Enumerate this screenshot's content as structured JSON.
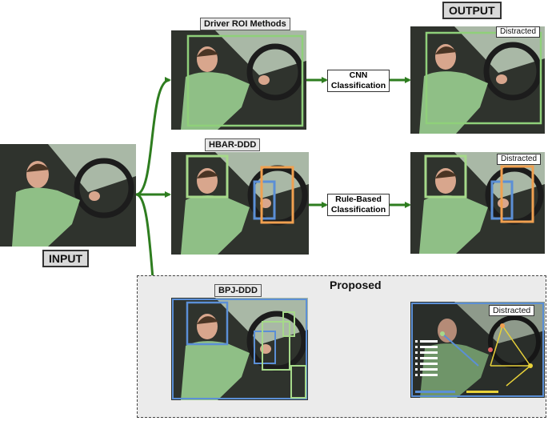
{
  "input_label": "INPUT",
  "output_label": "OUTPUT",
  "proposed_label": "Proposed",
  "rows": [
    {
      "method_label": "Driver ROI Methods",
      "classifier_label": "CNN\nClassification",
      "result_label": "Distracted"
    },
    {
      "method_label": "HBAR-DDD",
      "classifier_label": "Rule-Based\nClassification",
      "result_label": "Distracted"
    },
    {
      "method_label": "BPJ-DDD",
      "result_label": "Distracted"
    }
  ],
  "colors": {
    "arrow": "#2e7d1f",
    "roi_green": "#8fd07a",
    "head_green": "#a6d98a",
    "hand_blue": "#5b8fd6",
    "hand_orange": "#f0a050",
    "proposed_bg": "#ebebeb"
  }
}
